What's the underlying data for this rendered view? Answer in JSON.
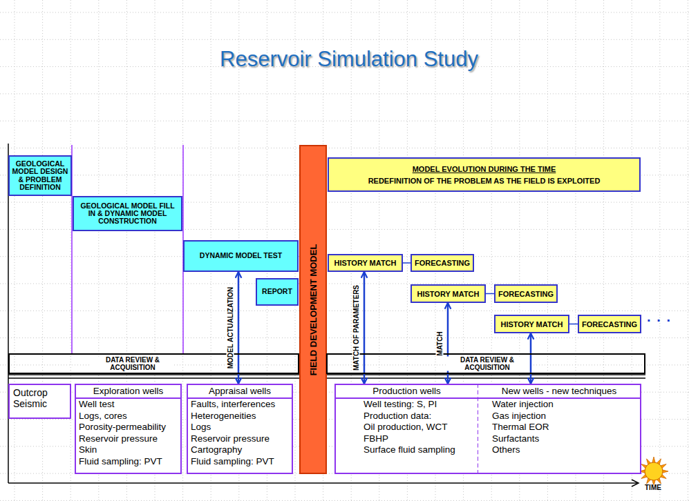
{
  "diagram": {
    "title": "Reservoir Simulation Study",
    "nodes": [
      {
        "text": [
          "GEOLOGICAL MODEL DESIGN & PROBLEM DEFINITION"
        ]
      },
      {
        "text": [
          "GEOLOGICAL MODEL FILL IN & DYNAMIC MODEL CONSTRUCTION"
        ]
      },
      {
        "text": [
          "DYNAMIC MODEL TEST"
        ]
      },
      {
        "text": [
          "REPORT"
        ]
      },
      {
        "text": [
          "FIELD DEVELOPMENT MODEL"
        ]
      },
      {
        "text": [
          "MODEL EVOLUTION DURING THE TIME",
          "REDEFINITION OF THE PROBLEM AS THE FIELD IS EXPLOITED"
        ]
      },
      {
        "text": [
          "HISTORY MATCH"
        ]
      },
      {
        "text": [
          "FORECASTING"
        ]
      },
      {
        "text": [
          "HISTORY MATCH"
        ]
      },
      {
        "text": [
          "FORECASTING"
        ]
      },
      {
        "text": [
          "HISTORY MATCH"
        ]
      },
      {
        "text": [
          "FORECASTING"
        ]
      },
      {
        "text": [
          "DATA REVIEW & ACQUISITION"
        ]
      },
      {
        "text": [
          "DATA REVIEW & ACQUISITION"
        ]
      },
      {
        "text": [
          "Outcrop Seismic"
        ]
      },
      {
        "text": [
          "Exploration wells",
          "Well test",
          "Logs, cores",
          "Porosity-permeability",
          "Reservoir pressure",
          "Skin",
          "Fluid sampling: PVT"
        ]
      },
      {
        "text": [
          "Appraisal wells",
          "Faults, interferences",
          "Heterogeneities",
          "Logs",
          "Reservoir pressure",
          "Cartography",
          "Fluid sampling: PVT"
        ]
      },
      {
        "text": [
          "Production wells",
          "Well testing: S, PI",
          "Production data:",
          "Oil production, WCT",
          "FBHP",
          "Surface fluid sampling"
        ]
      },
      {
        "text": [
          "New wells - new techniques",
          "Water injection",
          "Gas injection",
          "Thermal EOR",
          "Surfactants",
          "Others"
        ]
      }
    ],
    "edges": [
      {
        "from": 2,
        "to": 16,
        "arrow": "both",
        "label": "MODEL ACTUALIZATION"
      },
      {
        "from": 6,
        "to": 17,
        "arrow": "both",
        "label": "MATCH OF PARAMETERS"
      },
      {
        "from": 8,
        "to": 17,
        "arrow": "both",
        "label": "MATCH"
      },
      {
        "from": 10,
        "to": 18,
        "arrow": "both"
      },
      {
        "from": 6,
        "to": 7,
        "arrow": "none"
      },
      {
        "from": 8,
        "to": 9,
        "arrow": "none"
      },
      {
        "from": 10,
        "to": 11,
        "arrow": "none"
      }
    ],
    "labels": [
      "· · ·",
      "TIME"
    ]
  }
}
